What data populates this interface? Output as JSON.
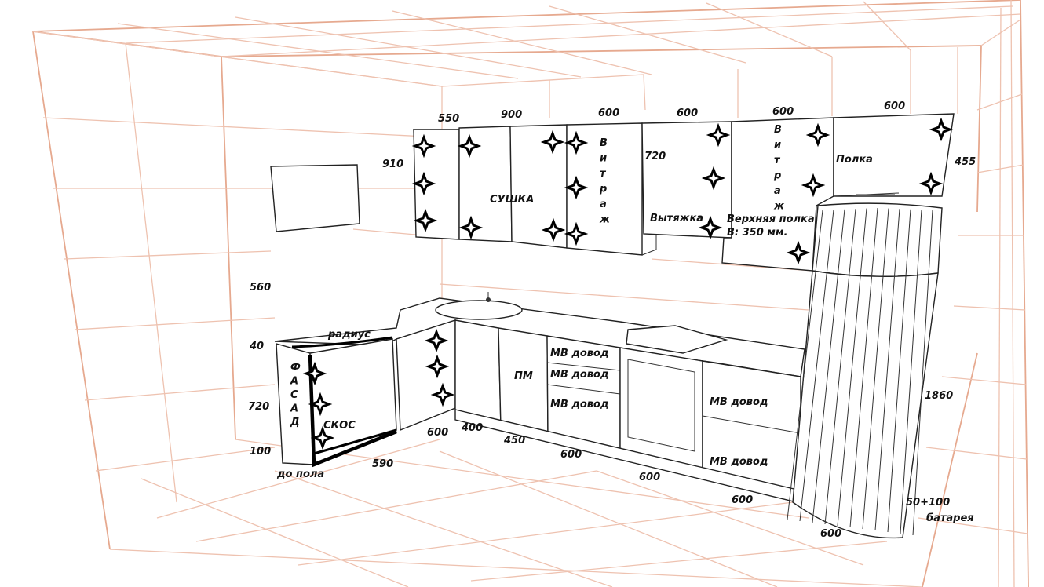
{
  "diagram": {
    "dimensions": {
      "upper_550": "550",
      "upper_900": "900",
      "upper_600_a": "600",
      "upper_600_b": "600",
      "upper_600_c": "600",
      "upper_600_d": "600",
      "upper_height_910": "910",
      "upper_height_720": "720",
      "upper_height_455": "455",
      "wall_gap_560": "560",
      "countertop_40": "40",
      "base_height_720": "720",
      "plinth_100": "100",
      "corner_600": "600",
      "corner_590": "590",
      "base_400": "400",
      "base_450": "450",
      "base_600_a": "600",
      "base_600_b": "600",
      "base_600_c": "600",
      "column_600": "600",
      "column_height_1860": "1860",
      "battery_offset": "50+100"
    },
    "labels": {
      "sushka": "СУШКА",
      "vitrazh_letters": [
        "В",
        "и",
        "т",
        "р",
        "а",
        "ж"
      ],
      "vytyazhka": "Вытяжка",
      "upper_shelf_line1": "Верхняя полка",
      "upper_shelf_line2": "В: 350 мм.",
      "polka": "Полка",
      "radius": "радиус",
      "fasad_letters": [
        "Ф",
        "А",
        "С",
        "А",
        "Д"
      ],
      "skos": "СКОС",
      "do_pola": "до пола",
      "pm": "ПМ",
      "mv_dovod": "МВ довод",
      "battery": "батарея"
    }
  }
}
